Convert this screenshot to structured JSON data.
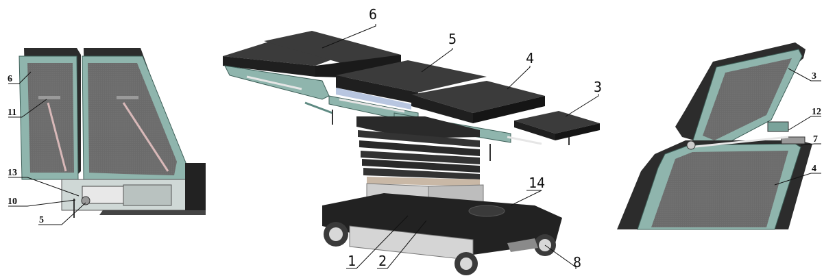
{
  "left_view": {
    "labels": [
      "6",
      "11",
      "13",
      "10",
      "5"
    ]
  },
  "center_view": {
    "labels": [
      "6",
      "5",
      "4",
      "3",
      "14",
      "1",
      "2",
      "8"
    ]
  },
  "right_view": {
    "labels": [
      "3",
      "12",
      "7",
      "4"
    ]
  },
  "colors": {
    "frame": "#8fb5ad",
    "frame_dark": "#5e8a82",
    "pad": "#2f2f2f",
    "pad_top": "#3b3b3b",
    "gray_panel": "#6f6f6f",
    "column": "#c8c8c8",
    "base": "#222222"
  }
}
